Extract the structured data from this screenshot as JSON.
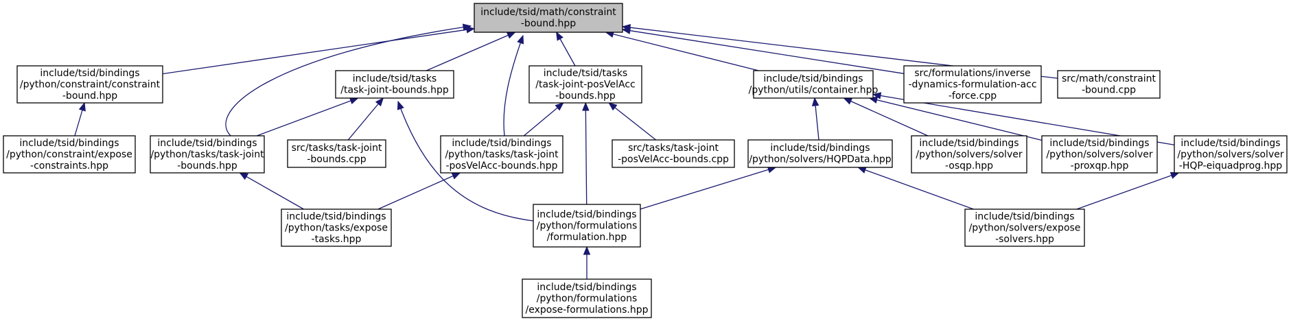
{
  "diagram": {
    "type": "include-dependency-graph",
    "colors": {
      "edge": "#191970",
      "root_fill": "#bfbfbf",
      "node_fill": "#ffffff",
      "border": "#000000"
    },
    "nodes": [
      {
        "id": "constraint-bound",
        "lines": [
          "include/tsid/math/constraint",
          "-bound.hpp"
        ],
        "root": true
      },
      {
        "id": "py-constraint-bound",
        "lines": [
          "include/tsid/bindings",
          "/python/constraint/constraint",
          "-bound.hpp"
        ]
      },
      {
        "id": "py-expose-constraints",
        "lines": [
          "include/tsid/bindings",
          "/python/constraint/expose",
          "-constraints.hpp"
        ]
      },
      {
        "id": "task-joint-bounds",
        "lines": [
          "include/tsid/tasks",
          "/task-joint-bounds.hpp"
        ]
      },
      {
        "id": "py-task-joint-bounds",
        "lines": [
          "include/tsid/bindings",
          "/python/tasks/task-joint",
          "-bounds.hpp"
        ]
      },
      {
        "id": "src-task-joint-bounds",
        "lines": [
          "src/tasks/task-joint",
          "-bounds.cpp"
        ]
      },
      {
        "id": "py-expose-tasks",
        "lines": [
          "include/tsid/bindings",
          "/python/tasks/expose",
          "-tasks.hpp"
        ]
      },
      {
        "id": "task-joint-posvelacc",
        "lines": [
          "include/tsid/tasks",
          "/task-joint-posVelAcc",
          "-bounds.hpp"
        ]
      },
      {
        "id": "py-task-joint-posvelacc",
        "lines": [
          "include/tsid/bindings",
          "/python/tasks/task-joint",
          "-posVelAcc-bounds.hpp"
        ]
      },
      {
        "id": "src-task-joint-posvelacc",
        "lines": [
          "src/tasks/task-joint",
          "-posVelAcc-bounds.cpp"
        ]
      },
      {
        "id": "py-formulation",
        "lines": [
          "include/tsid/bindings",
          "/python/formulations",
          "/formulation.hpp"
        ]
      },
      {
        "id": "py-expose-formulations",
        "lines": [
          "include/tsid/bindings",
          "/python/formulations",
          "/expose-formulations.hpp"
        ]
      },
      {
        "id": "py-container",
        "lines": [
          "include/tsid/bindings",
          "/python/utils/container.hpp"
        ]
      },
      {
        "id": "py-hqpdata",
        "lines": [
          "include/tsid/bindings",
          "/python/solvers/HQPData.hpp"
        ]
      },
      {
        "id": "py-solver-osqp",
        "lines": [
          "include/tsid/bindings",
          "/python/solvers/solver",
          "-osqp.hpp"
        ]
      },
      {
        "id": "py-solver-proxqp",
        "lines": [
          "include/tsid/bindings",
          "/python/solvers/solver",
          "-proxqp.hpp"
        ]
      },
      {
        "id": "py-solver-eiquadprog",
        "lines": [
          "include/tsid/bindings",
          "/python/solvers/solver",
          "-HQP-eiquadprog.hpp"
        ]
      },
      {
        "id": "py-expose-solvers",
        "lines": [
          "include/tsid/bindings",
          "/python/solvers/expose",
          "-solvers.hpp"
        ]
      },
      {
        "id": "src-inverse-dynamics",
        "lines": [
          "src/formulations/inverse",
          "-dynamics-formulation-acc",
          "-force.cpp"
        ]
      },
      {
        "id": "src-math-constraint",
        "lines": [
          "src/math/constraint",
          "-bound.cpp"
        ]
      }
    ],
    "edges": [
      [
        "py-constraint-bound",
        "constraint-bound"
      ],
      [
        "py-task-joint-bounds",
        "constraint-bound"
      ],
      [
        "task-joint-bounds",
        "constraint-bound"
      ],
      [
        "py-task-joint-posvelacc",
        "constraint-bound"
      ],
      [
        "task-joint-posvelacc",
        "constraint-bound"
      ],
      [
        "py-container",
        "constraint-bound"
      ],
      [
        "src-inverse-dynamics",
        "constraint-bound"
      ],
      [
        "src-math-constraint",
        "constraint-bound"
      ],
      [
        "py-expose-constraints",
        "py-constraint-bound"
      ],
      [
        "py-task-joint-bounds",
        "task-joint-bounds"
      ],
      [
        "src-task-joint-bounds",
        "task-joint-bounds"
      ],
      [
        "py-formulation",
        "task-joint-bounds"
      ],
      [
        "py-task-joint-posvelacc",
        "task-joint-posvelacc"
      ],
      [
        "py-formulation",
        "task-joint-posvelacc"
      ],
      [
        "src-task-joint-posvelacc",
        "task-joint-posvelacc"
      ],
      [
        "py-expose-tasks",
        "py-task-joint-bounds"
      ],
      [
        "py-expose-tasks",
        "py-task-joint-posvelacc"
      ],
      [
        "py-expose-formulations",
        "py-formulation"
      ],
      [
        "py-hqpdata",
        "py-container"
      ],
      [
        "py-solver-osqp",
        "py-container"
      ],
      [
        "py-solver-proxqp",
        "py-container"
      ],
      [
        "py-solver-eiquadprog",
        "py-container"
      ],
      [
        "py-formulation",
        "py-hqpdata"
      ],
      [
        "py-expose-solvers",
        "py-hqpdata"
      ],
      [
        "py-expose-solvers",
        "py-solver-eiquadprog"
      ]
    ]
  }
}
